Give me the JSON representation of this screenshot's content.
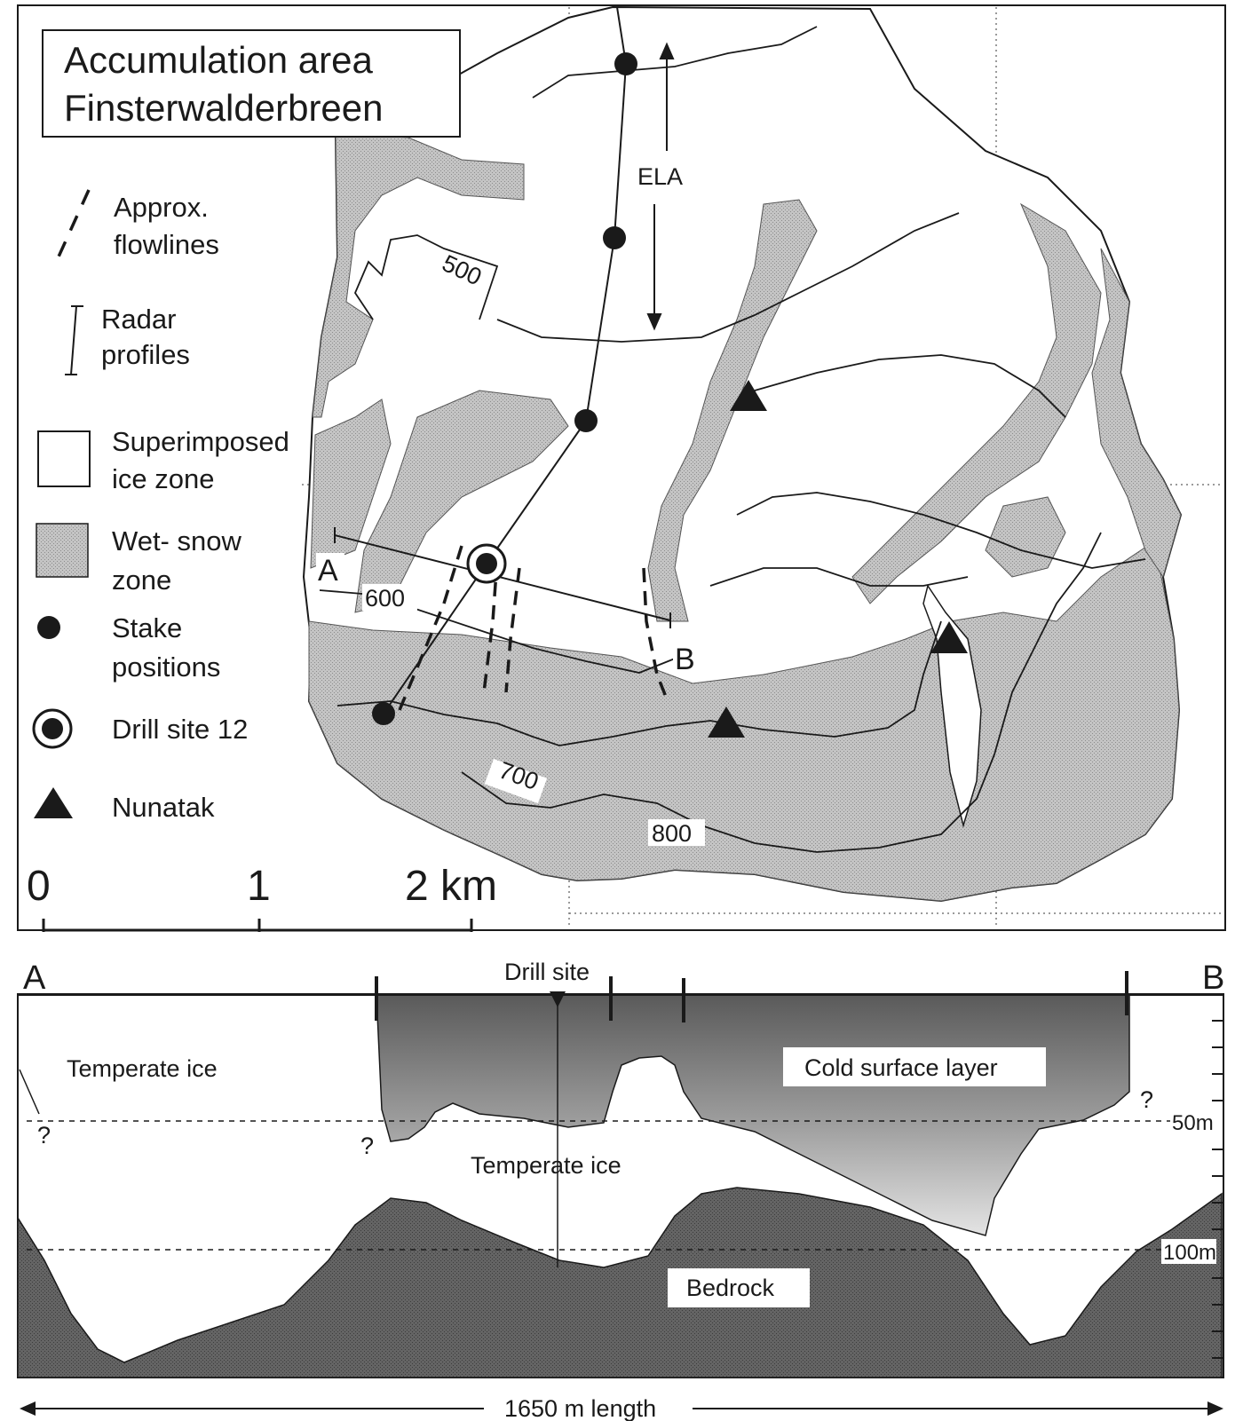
{
  "map": {
    "title_line1": "Accumulation area",
    "title_line2": "Finsterwalderbreen",
    "ela_label": "ELA",
    "contours": [
      "500",
      "600",
      "700",
      "800"
    ],
    "point_a": "A",
    "point_b": "B",
    "legend": {
      "flowlines_line1": "Approx.",
      "flowlines_line2": "flowlines",
      "radar_line1": "Radar",
      "radar_line2": "profiles",
      "superimposed_line1": "Superimposed",
      "superimposed_line2": "ice zone",
      "wetsnow_line1": "Wet- snow",
      "wetsnow_line2": "zone",
      "stake_line1": "Stake",
      "stake_line2": "positions",
      "drill": "Drill site 12",
      "nunatak": "Nunatak"
    },
    "scale": {
      "tick0": "0",
      "tick1": "1",
      "tick2": "2 km"
    }
  },
  "section": {
    "left_end": "A",
    "right_end": "B",
    "drill_site": "Drill site",
    "temperate_left": "Temperate ice",
    "temperate_center": "Temperate ice",
    "cold_layer": "Cold surface layer",
    "bedrock": "Bedrock",
    "depth_50": "50m",
    "depth_100": "100m",
    "unknown_mark": "?",
    "length_label": "1650 m length"
  },
  "colors": {
    "wet_snow": "#bcbcbc",
    "bedrock": "#5e5e5e",
    "cold_layer": "#8a8a8a",
    "line": "#1a1a1a"
  }
}
